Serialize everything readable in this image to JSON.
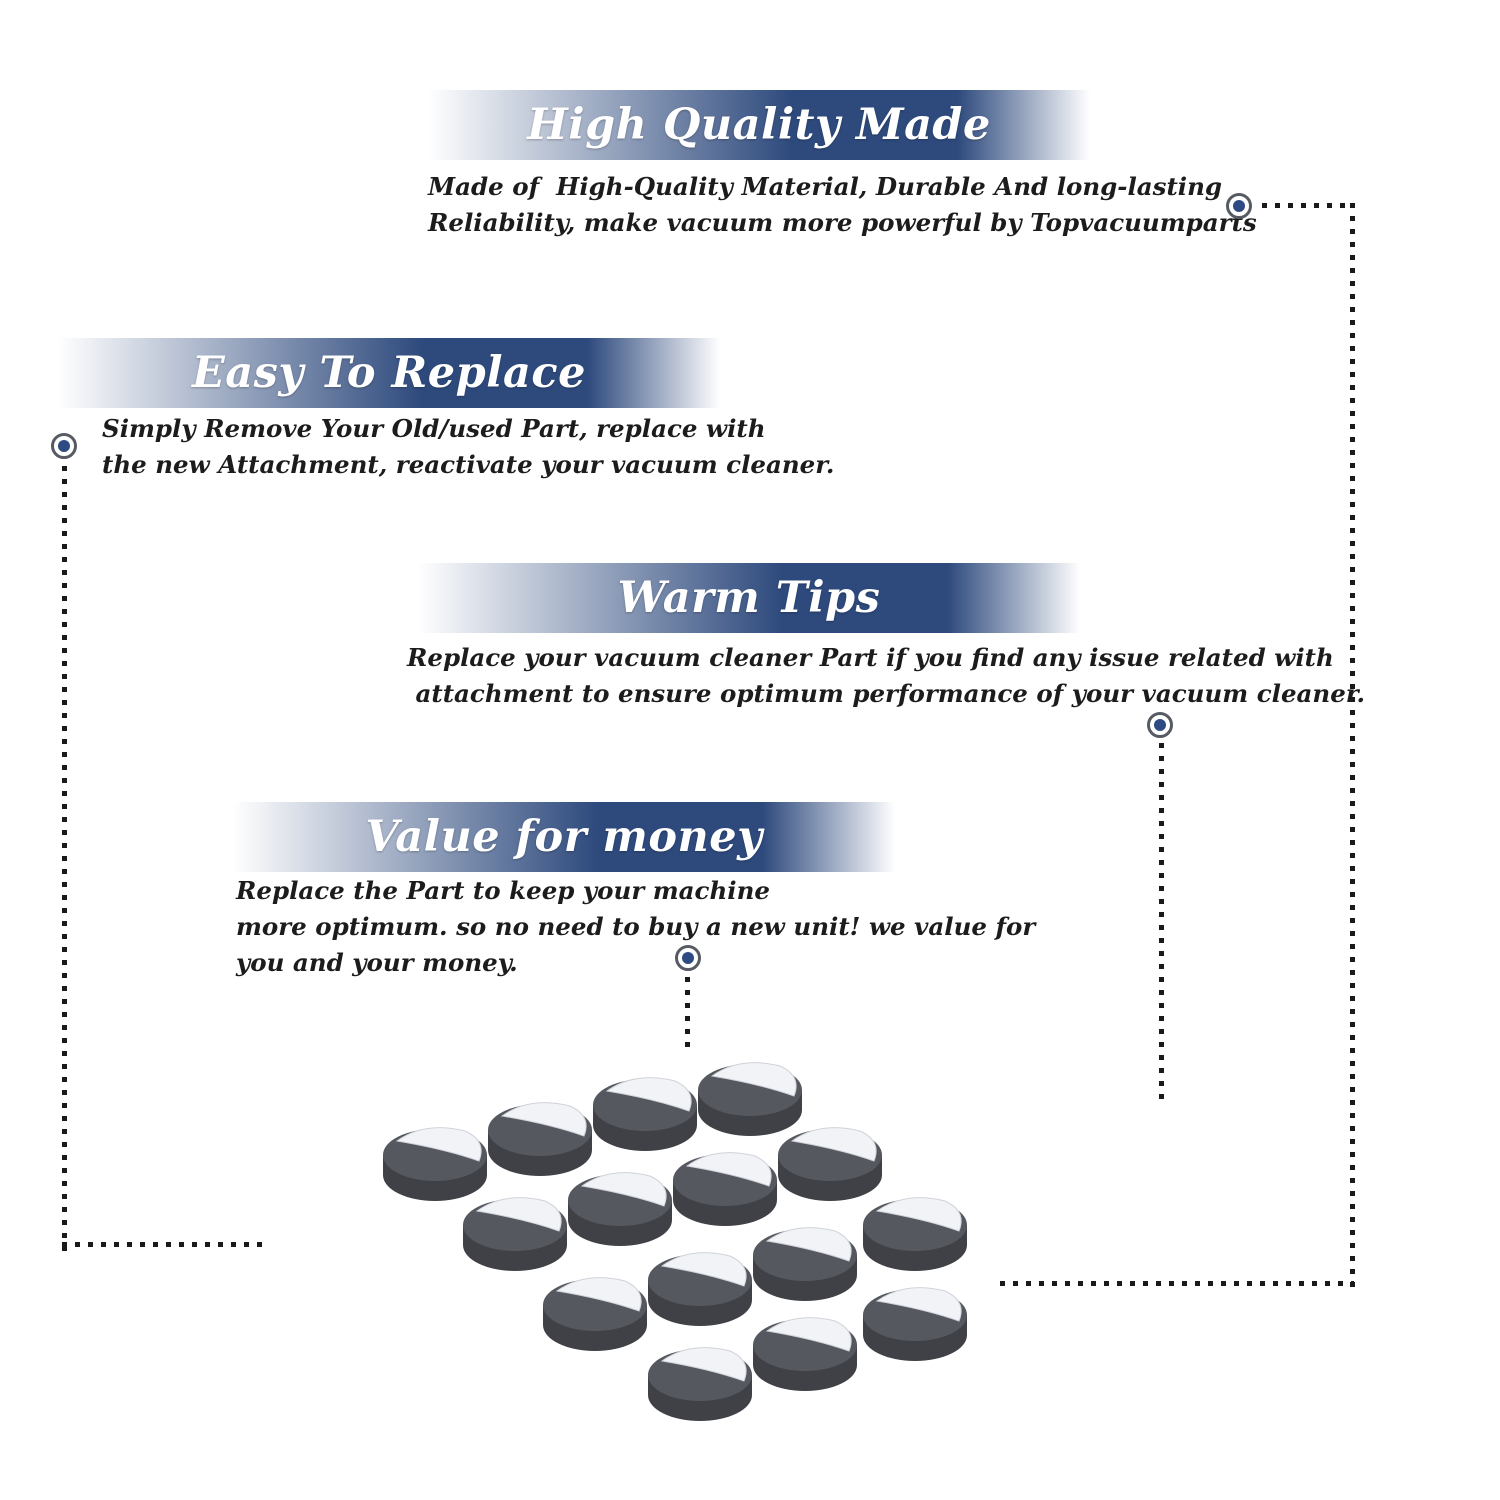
{
  "colors": {
    "banner": "#2e4a7d",
    "marker": "#2e4a82",
    "text": "#1c1c1c"
  },
  "sections": [
    {
      "title": "High Quality Made",
      "lines": [
        "Made of  High-Quality Material, Durable And long-lasting",
        "Reliability, make vacuum more powerful by Topvacuumparts"
      ]
    },
    {
      "title": "Easy To Replace",
      "lines": [
        "Simply Remove Your Old/used Part, replace with",
        "the new Attachment, reactivate your vacuum cleaner."
      ]
    },
    {
      "title": "Warm Tips",
      "lines": [
        "Replace your vacuum cleaner Part if you find any issue related with",
        " attachment to ensure optimum performance of your vacuum cleaner."
      ]
    },
    {
      "title": "Value for money",
      "lines": [
        "Replace the Part to keep your machine",
        "more optimum. so no need to buy a new unit! we value for",
        "you and your money."
      ]
    }
  ],
  "product": {
    "icon": "foam-filter-pads",
    "count": 15
  }
}
